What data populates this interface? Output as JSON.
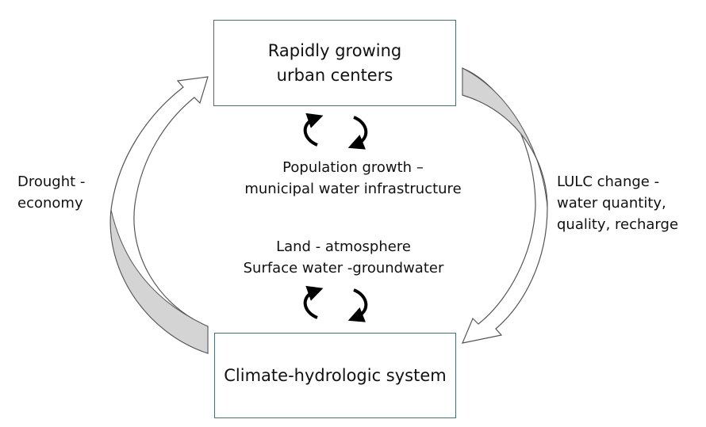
{
  "nodes": {
    "urban": "Rapidly growing\nurban centers",
    "climate": "Climate-hydrologic system"
  },
  "edges": {
    "left_label": "Drought -\neconomy",
    "right_label": "LULC change -\nwater quantity,\nquality, recharge"
  },
  "center": {
    "top_label": "Population growth –\nmunicipal water infrastructure",
    "bottom_label": "Land - atmosphere\nSurface water -groundwater"
  },
  "colors": {
    "box_border": "#4a6f73",
    "arrow_fill_gray": "#d4d4d4",
    "arrow_stroke": "#555555",
    "cycle_arrow": "#000000"
  }
}
